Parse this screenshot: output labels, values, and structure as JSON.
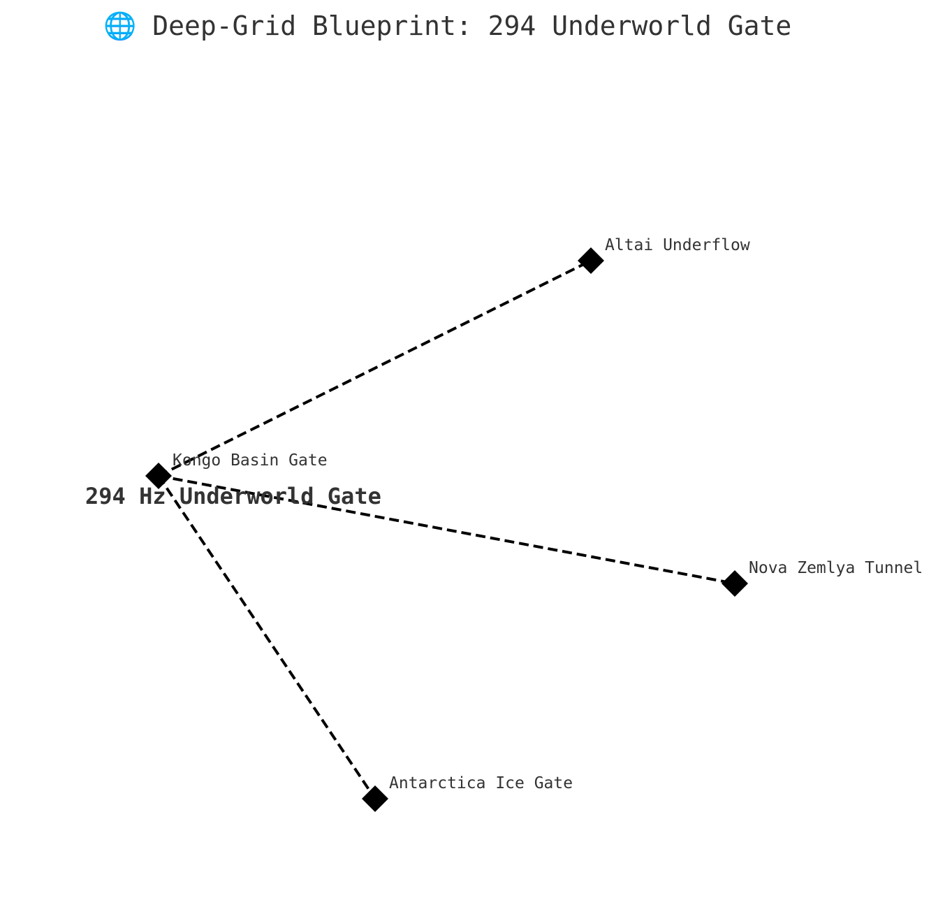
{
  "title": "🌐 Deep-Grid Blueprint: 294 Underworld Gate",
  "center_label": "294 Hz Underworld Gate",
  "colors": {
    "text": "#333333",
    "edge": "#000000",
    "node": "#000000",
    "background": "#ffffff"
  },
  "hub": "Kongo Basin Gate",
  "nodes": [
    {
      "id": "kongo",
      "label": "Kongo Basin Gate",
      "marker": "diamond-icon"
    },
    {
      "id": "altai",
      "label": "Altai Underflow",
      "marker": "diamond-icon"
    },
    {
      "id": "nova",
      "label": "Nova Zemlya Tunnel",
      "marker": "diamond-icon"
    },
    {
      "id": "antarctica",
      "label": "Antarctica Ice Gate",
      "marker": "diamond-icon"
    }
  ],
  "edges": [
    {
      "from": "kongo",
      "to": "altai",
      "style": "dashed"
    },
    {
      "from": "kongo",
      "to": "nova",
      "style": "dashed"
    },
    {
      "from": "kongo",
      "to": "antarctica",
      "style": "dashed"
    }
  ]
}
